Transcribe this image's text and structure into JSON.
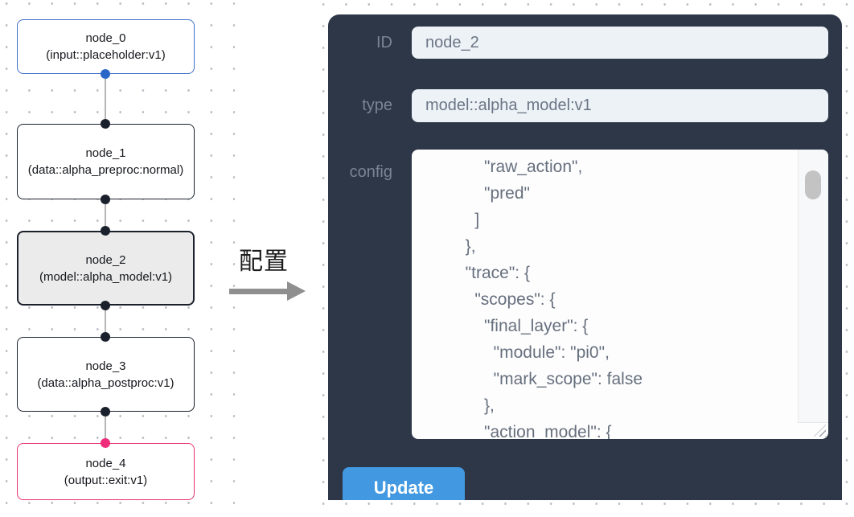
{
  "flow": {
    "nodes": [
      {
        "title": "node_0",
        "subtitle": "(input::placeholder:v1)",
        "kind": "input",
        "selected": false
      },
      {
        "title": "node_1",
        "subtitle": "(data::alpha_preproc:normal)",
        "kind": "data",
        "selected": false
      },
      {
        "title": "node_2",
        "subtitle": "(model::alpha_model:v1)",
        "kind": "model",
        "selected": true
      },
      {
        "title": "node_3",
        "subtitle": "(data::alpha_postproc:v1)",
        "kind": "data",
        "selected": false
      },
      {
        "title": "node_4",
        "subtitle": "(output::exit:v1)",
        "kind": "output",
        "selected": false
      }
    ],
    "colors": {
      "input_accent": "#3e6fc7",
      "default_accent": "#1a202c",
      "output_accent": "#e8326e",
      "selected_fill": "#ebebeb",
      "edge": "#b5b5b5",
      "input_port": "#2966c8",
      "output_port": "#ee2d7b",
      "canvas_dot": "#b9bdc4"
    }
  },
  "annotation": {
    "label": "配置"
  },
  "panel": {
    "fields": [
      {
        "label": "ID",
        "value": "node_2"
      },
      {
        "label": "type",
        "value": "model::alpha_model:v1"
      },
      {
        "label": "config",
        "value": "            \"raw_action\",\n            \"pred\"\n          ]\n        },\n        \"trace\": {\n          \"scopes\": {\n            \"final_layer\": {\n              \"module\": \"pi0\",\n              \"mark_scope\": false\n            },\n            \"action_model\": {"
      }
    ],
    "update_label": "Update",
    "colors": {
      "panel_bg": "#2d3748",
      "label_text": "#7b8494",
      "input_bg": "#edf2f7",
      "button_bg": "#4299e1",
      "button_text": "#ffffff"
    }
  }
}
